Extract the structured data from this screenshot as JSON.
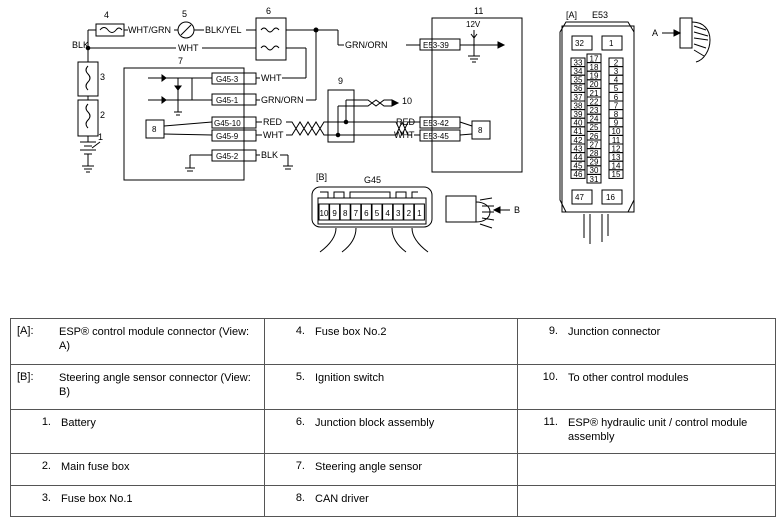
{
  "diagram": {
    "wire_labels": {
      "blk_top": "BLK",
      "wht_grn": "WHT/GRN",
      "blk_yel": "BLK/YEL",
      "wht_mid": "WHT",
      "grn_orn_top": "GRN/ORN",
      "wht_g45_3": "WHT",
      "grn_orn_g45_1": "GRN/ORN",
      "red_left": "RED",
      "wht_left": "WHT",
      "blk_g45_2": "BLK",
      "red_right": "RED",
      "wht_right": "WHT",
      "voltage": "12V"
    },
    "terminals": {
      "e53_39": "E53-39",
      "g45_3": "G45-3",
      "g45_1": "G45-1",
      "g45_10": "G45-10",
      "g45_9": "G45-9",
      "g45_2": "G45-2",
      "e53_42": "E53-42",
      "e53_45": "E53-45"
    },
    "callouts": [
      "1",
      "2",
      "3",
      "4",
      "5",
      "6",
      "7",
      "8",
      "9",
      "10",
      "11"
    ],
    "connector_a": {
      "view_label": "[A]",
      "name": "E53",
      "arrow_label": "A",
      "top_pins": [
        "32",
        "1"
      ],
      "left_col": [
        "33",
        "34",
        "35",
        "36",
        "37",
        "38",
        "39",
        "40",
        "41",
        "42",
        "43",
        "44",
        "45",
        "46"
      ],
      "mid_col": [
        "17",
        "18",
        "19",
        "20",
        "21",
        "22",
        "23",
        "24",
        "25",
        "26",
        "27",
        "28",
        "29",
        "30",
        "31"
      ],
      "right_col": [
        "2",
        "3",
        "4",
        "5",
        "6",
        "7",
        "8",
        "9",
        "10",
        "11",
        "12",
        "13",
        "14",
        "15"
      ],
      "bottom_pins": [
        "47",
        "16"
      ]
    },
    "connector_b": {
      "view_label": "[B]",
      "name": "G45",
      "arrow_label": "B",
      "pins": [
        "10",
        "9",
        "8",
        "7",
        "6",
        "5",
        "4",
        "3",
        "2",
        "1"
      ]
    }
  },
  "legend": {
    "rows": [
      [
        {
          "num": "[A]:",
          "text": "ESP® control module connector (View: A)"
        },
        {
          "num": "4.",
          "text": "Fuse box No.2"
        },
        {
          "num": "9.",
          "text": "Junction connector"
        }
      ],
      [
        {
          "num": "[B]:",
          "text": "Steering angle sensor connector (View: B)"
        },
        {
          "num": "5.",
          "text": "Ignition switch"
        },
        {
          "num": "10.",
          "text": "To other control modules"
        }
      ],
      [
        {
          "num": "1.",
          "text": "Battery"
        },
        {
          "num": "6.",
          "text": "Junction block assembly"
        },
        {
          "num": "11.",
          "text": "ESP® hydraulic unit / control module assembly"
        }
      ],
      [
        {
          "num": "2.",
          "text": "Main fuse box"
        },
        {
          "num": "7.",
          "text": "Steering angle sensor"
        },
        {
          "num": "",
          "text": ""
        }
      ],
      [
        {
          "num": "3.",
          "text": "Fuse box No.1"
        },
        {
          "num": "8.",
          "text": "CAN driver"
        },
        {
          "num": "",
          "text": ""
        }
      ]
    ]
  }
}
